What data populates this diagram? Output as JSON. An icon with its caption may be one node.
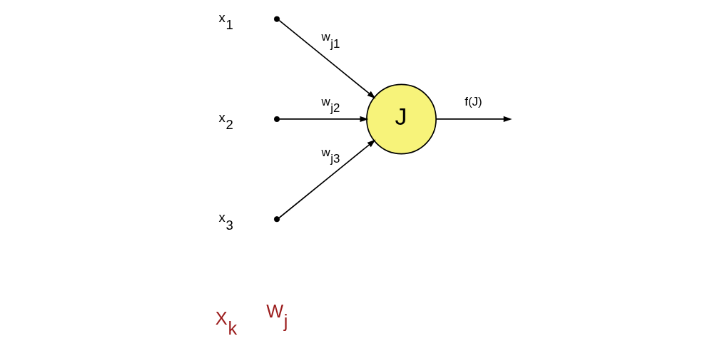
{
  "diagram": {
    "nodes": [
      {
        "text": [],
        "shape": "circle",
        "beside": [
          "x$_{1}$"
        ]
      },
      {
        "text": [],
        "shape": "circle",
        "beside": [
          "x$_{2}$"
        ]
      },
      {
        "text": [],
        "shape": "circle",
        "beside": [
          "x$_{3}$"
        ]
      },
      {
        "text": [
          "J"
        ]
      }
    ],
    "edges": [
      {
        "from": 0,
        "to": 3,
        "arrow": "to",
        "label": "w$_{j1}$"
      },
      {
        "from": 1,
        "to": 3,
        "arrow": "to",
        "label": "w$_{j2}$"
      },
      {
        "from": 2,
        "to": 3,
        "arrow": "to",
        "label": "w$_{j3}$"
      },
      {
        "from": 3,
        "to": null,
        "arrow": "to",
        "label": "f(J)"
      }
    ],
    "labels": [
      "X$_{k}$",
      "W$_{j}$"
    ]
  }
}
